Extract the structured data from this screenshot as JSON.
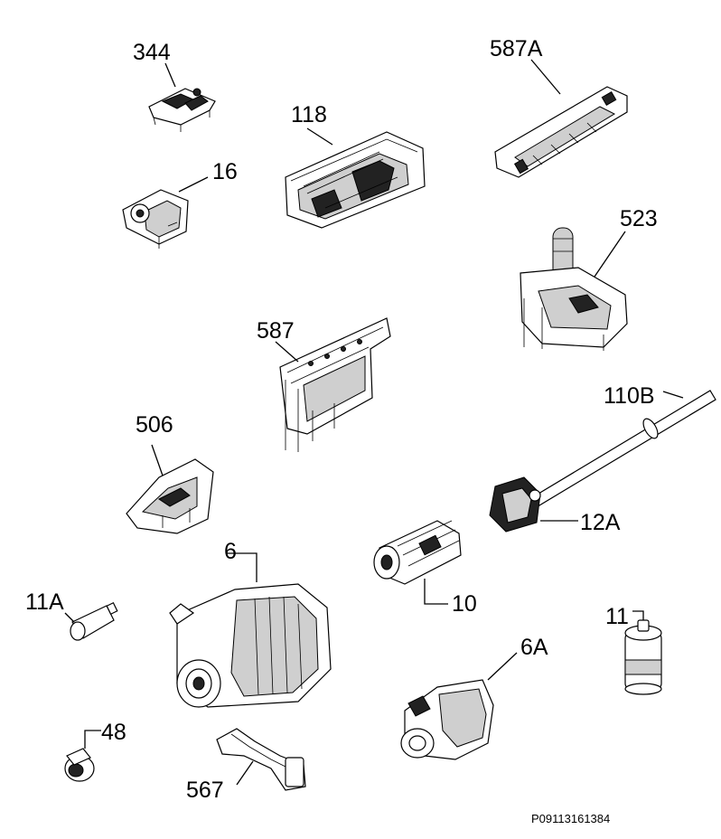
{
  "labels": {
    "p344": "344",
    "p587A": "587A",
    "p118": "118",
    "p16": "16",
    "p523": "523",
    "p587": "587",
    "p110B": "110B",
    "p506": "506",
    "p12A": "12A",
    "p6": "6",
    "p10": "10",
    "p11A": "11A",
    "p11": "11",
    "p6A": "6A",
    "p48": "48",
    "p567": "567"
  },
  "reference_code": "P09113161384"
}
